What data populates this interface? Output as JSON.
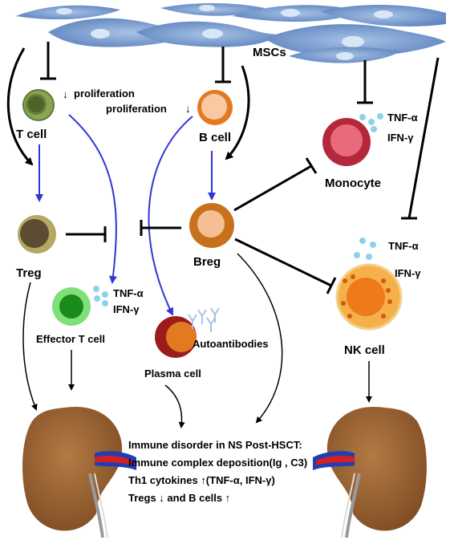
{
  "labels": {
    "mscs": "MSCs",
    "t_cell": "T cell",
    "b_cell": "B cell",
    "t_proliferation": "proliferation",
    "b_proliferation": "proliferation",
    "monocyte": "Monocyte",
    "treg": "Treg",
    "breg": "Breg",
    "nk_cell": "NK cell",
    "effector_t_cell": "Effector T cell",
    "plasma_cell": "Plasma cell",
    "autoantibodies": "Autoantibodies",
    "down_arrow": "↓"
  },
  "cytokines": {
    "monocyte": [
      "TNF-α",
      "IFN-γ"
    ],
    "nk": [
      "TNF-α",
      "IFN-γ"
    ],
    "effector": [
      "TNF-α",
      "IFN-γ"
    ]
  },
  "summary": {
    "title": "Immune disorder in NS Post-HSCT:",
    "lines": [
      "Immune complex deposition(Ig , C3)",
      "Th1 cytokines ↑(TNF-α, IFN-γ)",
      "Tregs ↓ and B cells ↑"
    ]
  },
  "colors": {
    "msc": "#6f94c8",
    "t_cell": "#87a552",
    "b_cell": "#e37a22",
    "monocyte": "#b5283c",
    "treg": "#b6a862",
    "breg": "#c8711d",
    "nk_cell": "#f6b04a",
    "effector": "#7fe07a",
    "plasma": "#9c1c1c",
    "blue_arrow": "#3434d4",
    "kidney": "#9a6234"
  }
}
